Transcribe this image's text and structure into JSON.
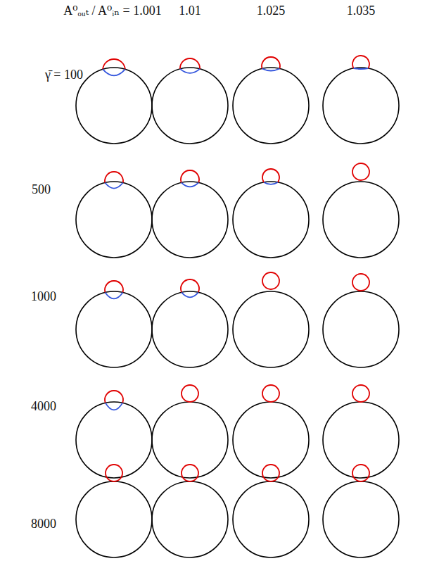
{
  "diagram": {
    "labels": [
      "A⁰ₒᵤₜ / A⁰ᵢₙ = 1.001",
      "1.01",
      "1.025",
      "1.035",
      "γ̄ = 100",
      "500",
      "1000",
      "4000",
      "8000"
    ]
  }
}
